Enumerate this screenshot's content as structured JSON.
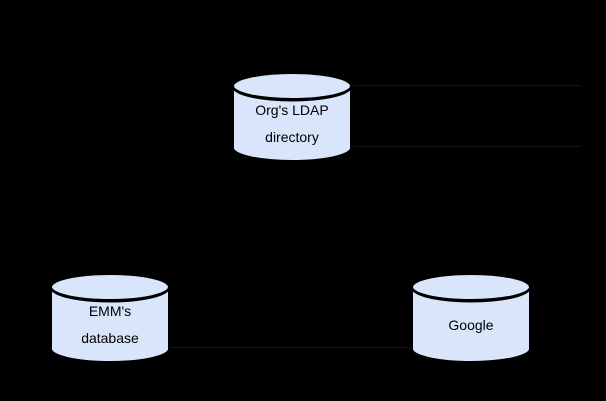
{
  "diagram": {
    "background_color": "#000000",
    "cylinder_fill": "#d9e5fa",
    "cylinder_stroke": "#000000",
    "text_color": "#000000",
    "nodes": [
      {
        "id": "org-ldap-directory",
        "line1": "Org's LDAP",
        "line2": "directory"
      },
      {
        "id": "emm-database",
        "line1": "EMM's",
        "line2": "database"
      },
      {
        "id": "google",
        "line1": "Google",
        "line2": ""
      }
    ]
  }
}
